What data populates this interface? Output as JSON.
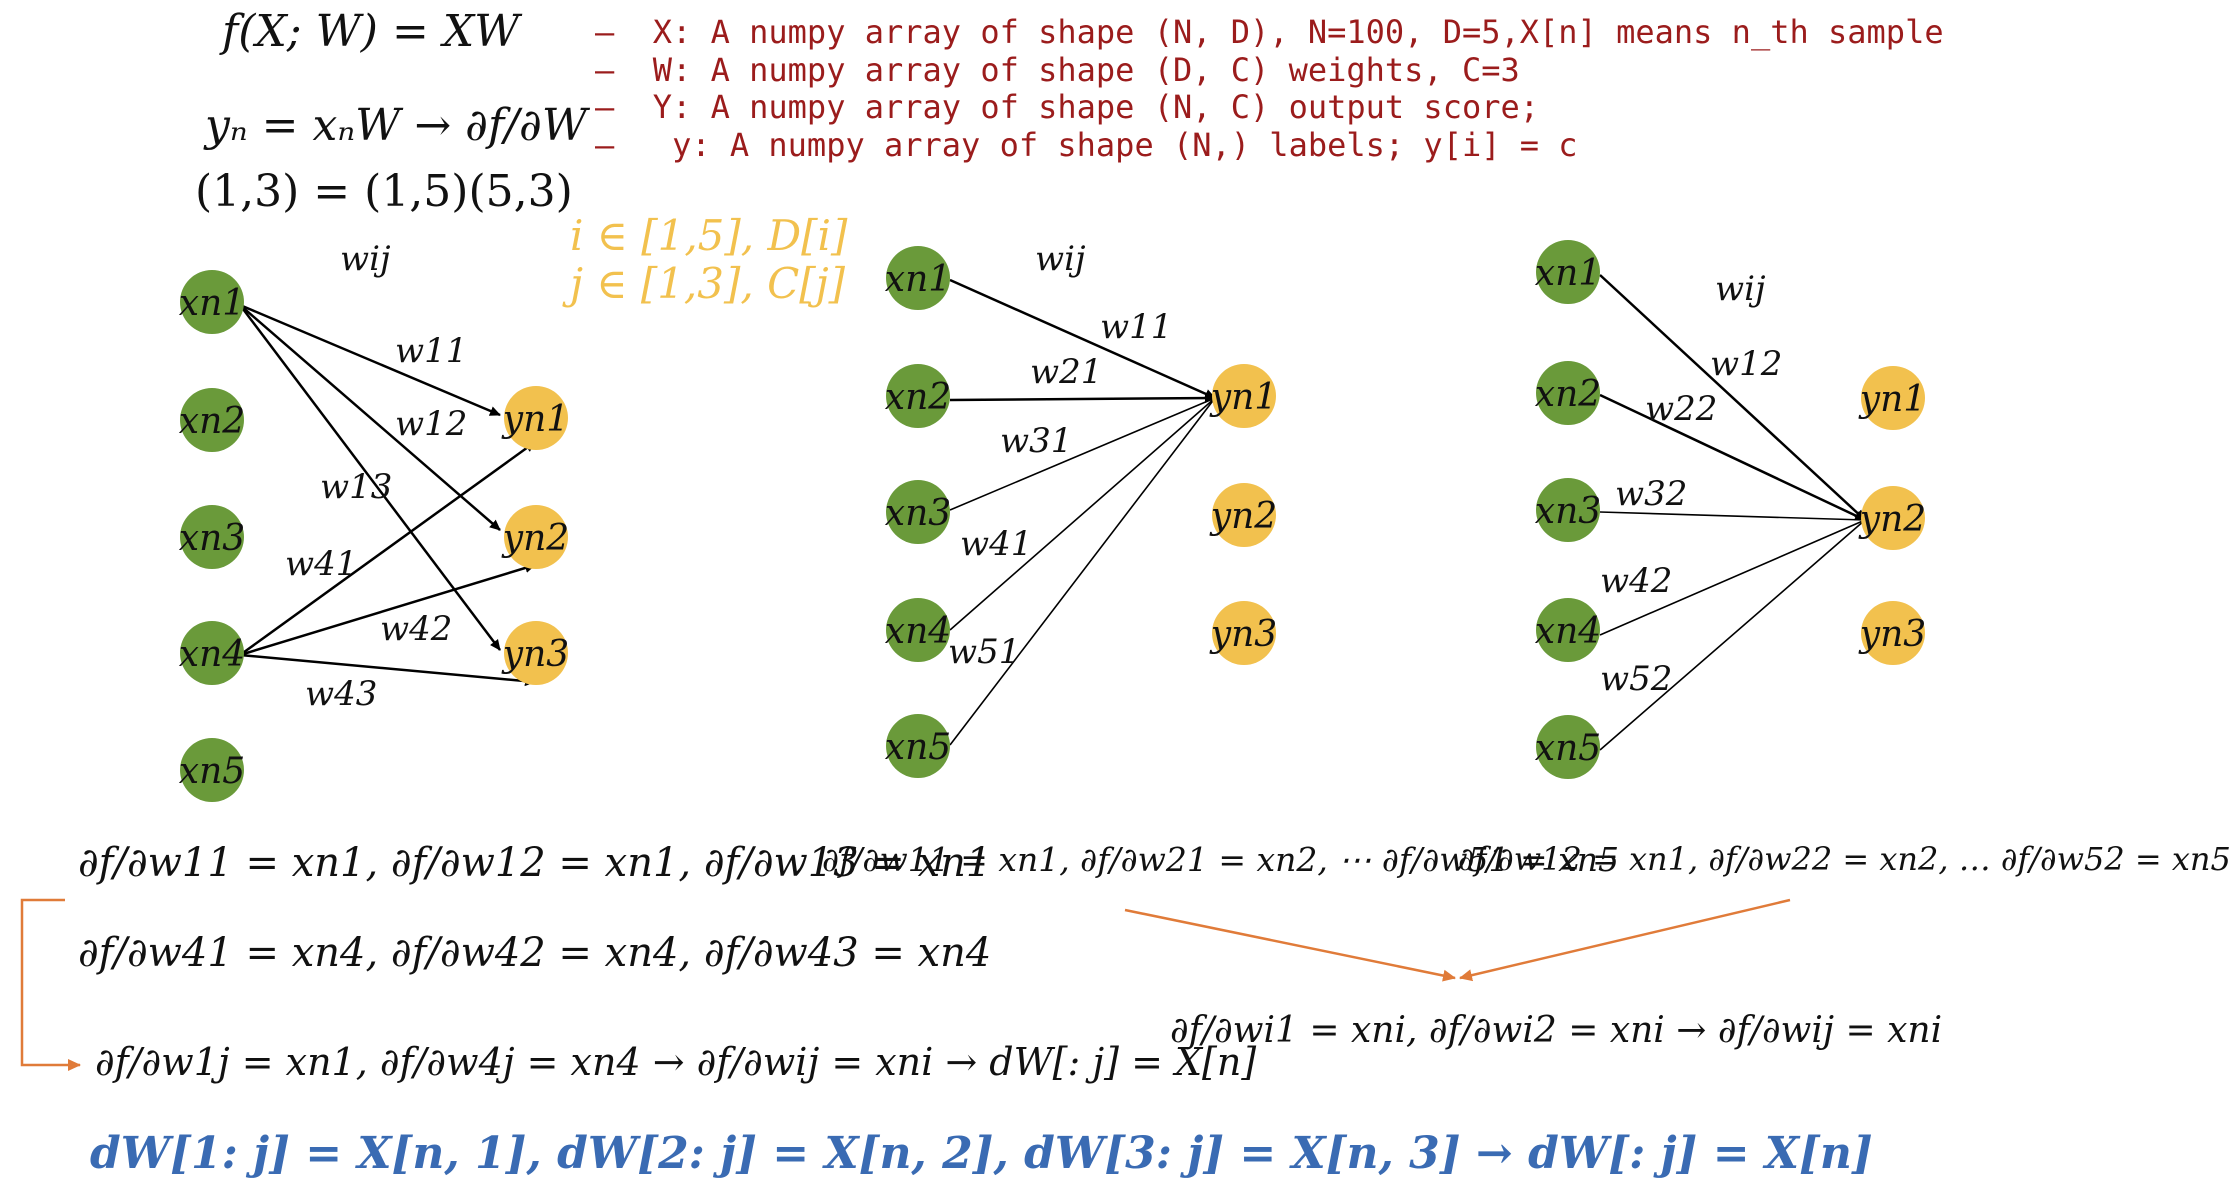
{
  "top_equations": {
    "f_def": "f(X; W) = XW",
    "yn_def": "yₙ = xₙW → ∂f/∂W",
    "shape": "(1,3) = (1,5)(5,3)"
  },
  "bullets": [
    "–  X: A numpy array of shape (N, D), N=100, D=5,X[n] means n_th sample",
    "–  W: A numpy array of shape (D, C) weights, C=3",
    "–  Y: A numpy array of shape (N, C) output score;",
    "–   y: A numpy array of shape (N,) labels; y[i] = c"
  ],
  "index_ranges": [
    "i ∈ [1,5], D[i]",
    "j ∈ [1,3], C[j]"
  ],
  "diagram1": {
    "w_label": "wij",
    "inputs": [
      "xn1",
      "xn2",
      "xn3",
      "xn4",
      "xn5"
    ],
    "outputs": [
      "yn1",
      "yn2",
      "yn3"
    ],
    "edge_labels": [
      "w11",
      "w12",
      "w13",
      "w41",
      "w42",
      "w43"
    ]
  },
  "diagram2": {
    "w_label": "wij",
    "inputs": [
      "xn1",
      "xn2",
      "xn3",
      "xn4",
      "xn5"
    ],
    "outputs": [
      "yn1",
      "yn2",
      "yn3"
    ],
    "edge_labels": [
      "w11",
      "w21",
      "w31",
      "w41",
      "w51"
    ]
  },
  "diagram3": {
    "w_label": "wij",
    "inputs": [
      "xn1",
      "xn2",
      "xn3",
      "xn4",
      "xn5"
    ],
    "outputs": [
      "yn1",
      "yn2",
      "yn3"
    ],
    "edge_labels": [
      "w12",
      "w22",
      "w32",
      "w42",
      "w52"
    ]
  },
  "derivatives": {
    "row1": "∂f/∂w11 = xn1,  ∂f/∂w12 = xn1,  ∂f/∂w13 = xn1",
    "row2": "∂f/∂w41 = xn4,  ∂f/∂w42 = xn4,  ∂f/∂w43 = xn4",
    "row3": "∂f/∂w1j = xn1,  ∂f/∂w4j = xn4 → ∂f/∂wij = xni → dW[: j] = X[n]",
    "mid": "∂f/∂w11 = xn1, ∂f/∂w21 = xn2, ⋯ ∂f/∂w51 = xn5",
    "right": "∂f/∂w12 = xn1,  ∂f/∂w22 = xn2, …  ∂f/∂w52 = xn5",
    "merged": "∂f/∂wi1 = xni, ∂f/∂wi2 = xni → ∂f/∂wij = xni"
  },
  "summary": "dW[1: j] = X[n, 1], dW[2: j] = X[n, 2], dW[3: j] = X[n, 3] →  dW[: j] = X[n]",
  "colors": {
    "input_node": "#6a9a3a",
    "output_node": "#f2c14e",
    "code_text": "#9b1c1c",
    "range_text": "#f2c14e",
    "summary_text": "#3a6bb3",
    "arrow_orange": "#e07b39"
  }
}
